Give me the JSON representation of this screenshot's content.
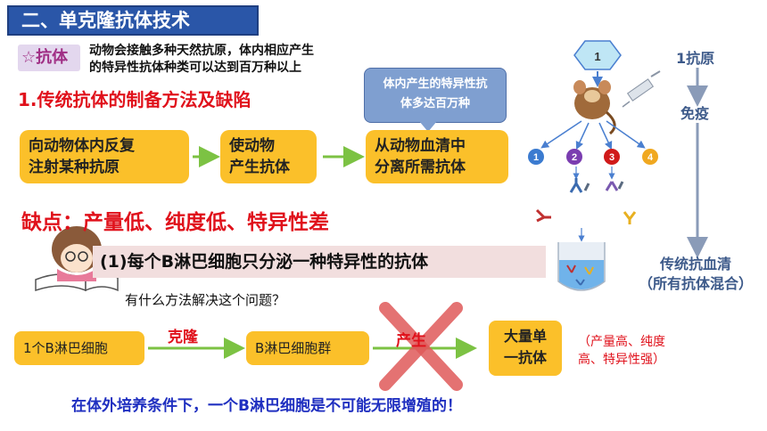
{
  "title": "二、单克隆抗体技术",
  "antibody_label": "☆抗体",
  "intro_line1": "动物会接触多种天然抗原，体内相应产生",
  "intro_line2": "的特异性抗体种类可以达到百万种以上",
  "heading1": "1.传统抗体的制备方法及缺陷",
  "bubble_line1": "体内产生的特异性抗",
  "bubble_line2": "体多达百万种",
  "steps": [
    {
      "line1": "向动物体内反复",
      "line2": "注射某种抗原"
    },
    {
      "line1": "使动物",
      "line2": "产生抗体"
    },
    {
      "line1": "从动物血清中",
      "line2": "分离所需抗体"
    }
  ],
  "weakness": "缺点：产量低、纯度低、特异性差",
  "point1": "(1)每个B淋巴细胞只分泌一种特异性的抗体",
  "question": "有什么方法解决这个问题？",
  "cell_single": "1个B淋巴细胞",
  "clone_label": "克隆",
  "cell_group": "B淋巴细胞群",
  "produce_label": "产生",
  "mono_line1": "大量单",
  "mono_line2": "一抗体",
  "note_line1": "（产量高、纯度",
  "note_line2": "高、特异性强）",
  "conclusion": "在体外培养条件下，一个B淋巴细胞是不可能无限增殖的！",
  "diagram": {
    "antigen_num": "1",
    "cell_nums": [
      "1",
      "2",
      "3",
      "4"
    ],
    "cell_colors": [
      "#3b7bd0",
      "#7a3db0",
      "#d01a1a",
      "#f0a820"
    ]
  },
  "right_antigen": "1抗原",
  "right_immune": "免疫",
  "right_serum_line1": "传统抗血清",
  "right_serum_line2": "（所有抗体混合）",
  "colors": {
    "title_bg": "#2a56a8",
    "accent_red": "#e0111b",
    "box_yellow": "#fbc02a",
    "arrow_green": "#7cc243",
    "conclusion_blue": "#1f2fc0"
  }
}
